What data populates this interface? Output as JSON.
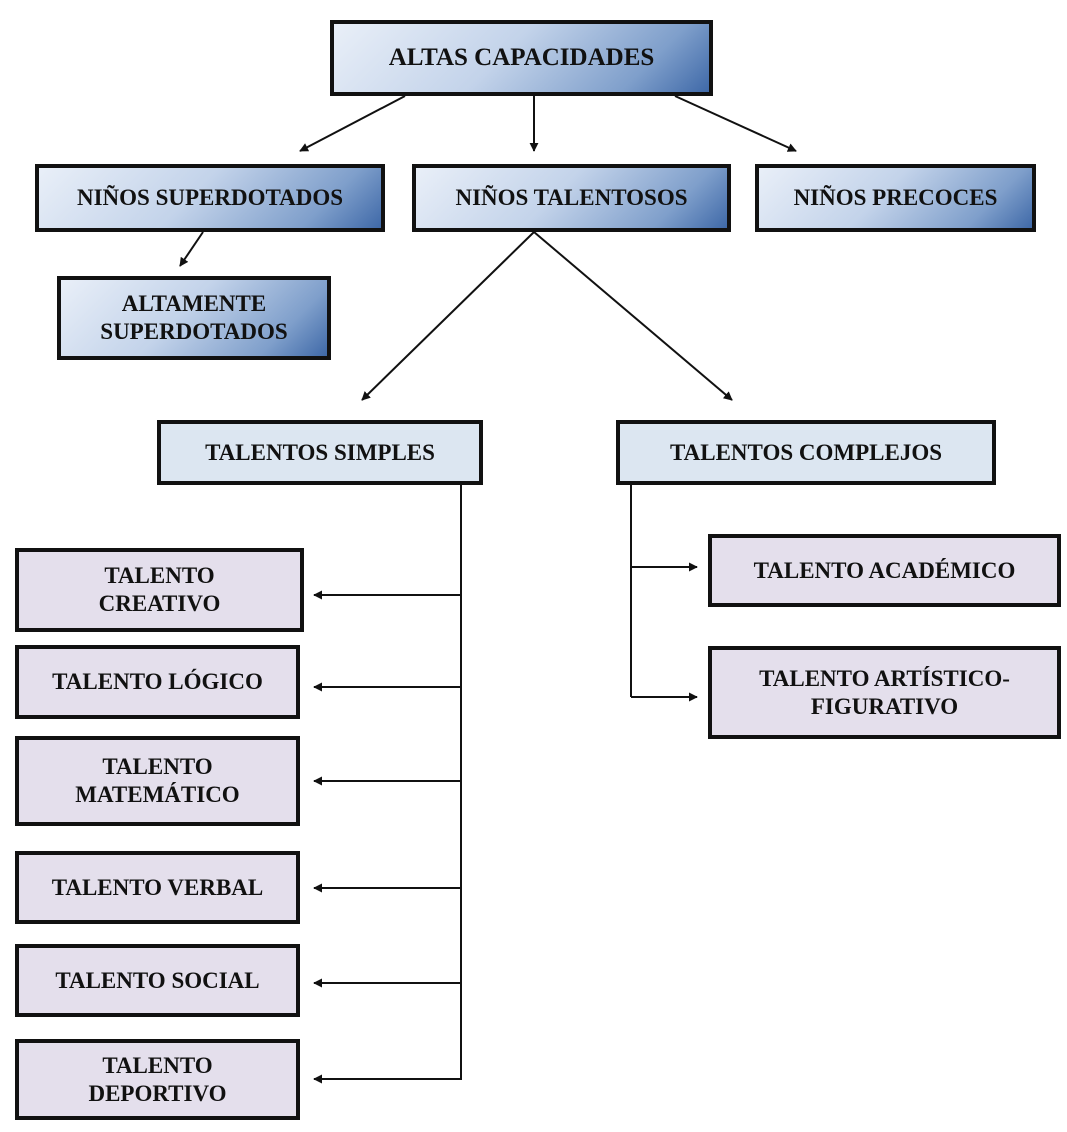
{
  "diagram": {
    "root": {
      "label": "ALTAS CAPACIDADES"
    },
    "level1": {
      "superdotados": {
        "label": "NIÑOS SUPERDOTADOS"
      },
      "talentosos": {
        "label": "NIÑOS TALENTOSOS"
      },
      "precoces": {
        "label": "NIÑOS PRECOCES"
      }
    },
    "altamente_superdotados": {
      "label": "ALTAMENTE SUPERDOTADOS"
    },
    "talentos_simples": {
      "label": "TALENTOS SIMPLES",
      "items": [
        {
          "label": "TALENTO CREATIVO"
        },
        {
          "label": "TALENTO LÓGICO"
        },
        {
          "label": "TALENTO MATEMÁTICO"
        },
        {
          "label": "TALENTO VERBAL"
        },
        {
          "label": "TALENTO SOCIAL"
        },
        {
          "label": "TALENTO DEPORTIVO"
        }
      ]
    },
    "talentos_complejos": {
      "label": "TALENTOS COMPLEJOS",
      "items": [
        {
          "label": "TALENTO ACADÉMICO"
        },
        {
          "label": "TALENTO ARTÍSTICO-FIGURATIVO"
        }
      ]
    },
    "colors": {
      "border": "#111111",
      "gradient_light": "#e9eff8",
      "gradient_dark": "#3f69a8",
      "light_blue_fill": "#dce6f1",
      "lavender_fill": "#e4dfec"
    }
  }
}
